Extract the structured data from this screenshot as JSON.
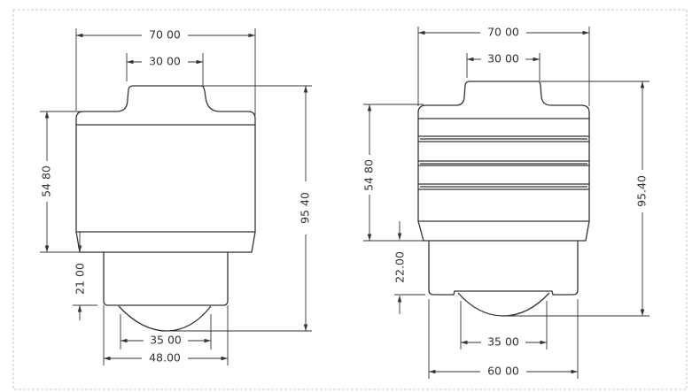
{
  "left_view": {
    "width_overall": "70 00",
    "width_top": "30 00",
    "height_body": "54 80",
    "height_overall": "95 40",
    "height_lower": "21 00",
    "ball_diameter": "35 00",
    "lower_diameter": "48.00"
  },
  "right_view": {
    "width_overall": "70 00",
    "width_top": "30 00",
    "height_body": "54 80",
    "height_overall": "95.40",
    "height_lower": "22.00",
    "ball_diameter": "35 00",
    "lower_diameter": "60 00"
  }
}
